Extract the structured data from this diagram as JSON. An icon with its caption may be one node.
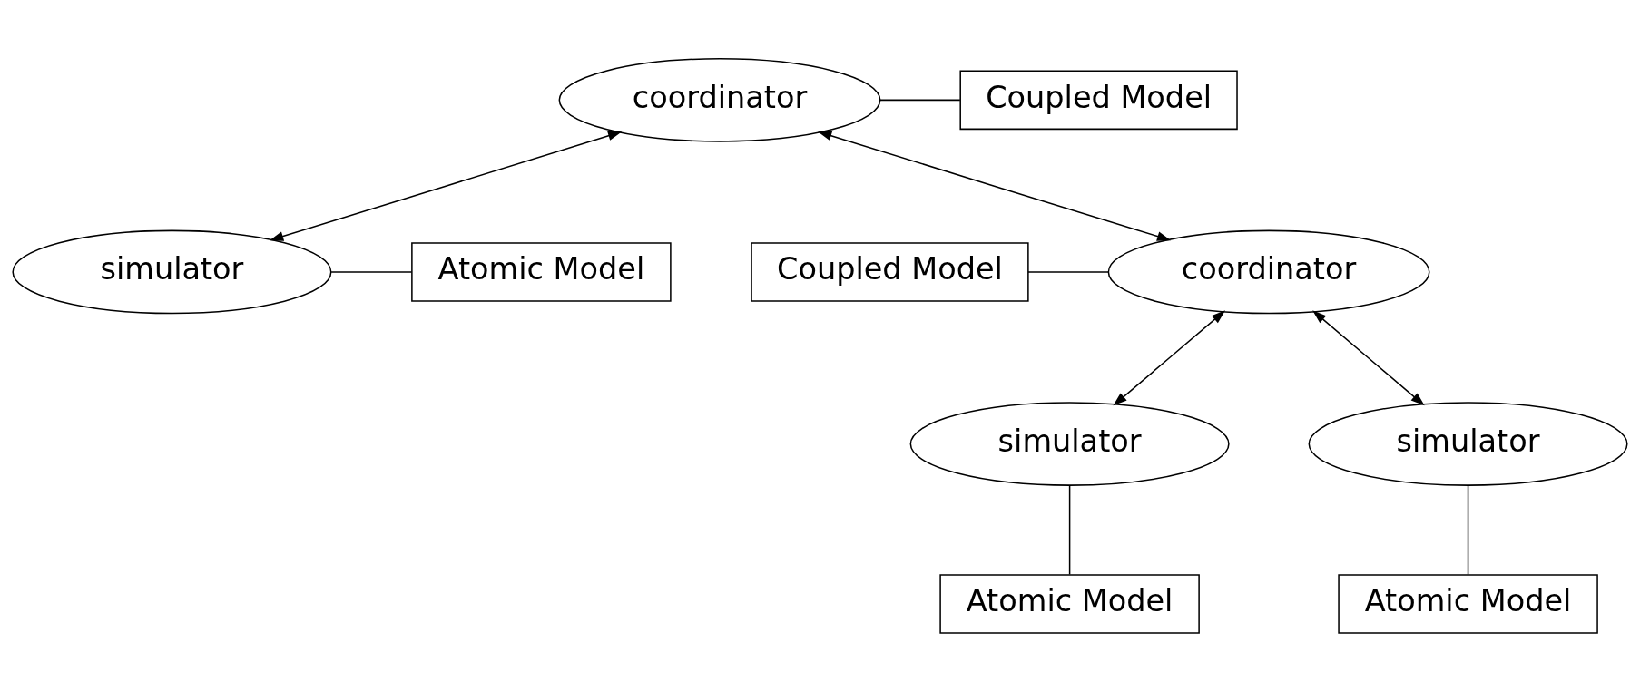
{
  "diagram": {
    "nodes": [
      {
        "text": [
          "coordinator"
        ]
      },
      {
        "text": [
          "Coupled Model"
        ]
      },
      {
        "text": [
          "Coupled Model"
        ]
      },
      {
        "text": [
          "coordinator"
        ]
      },
      {
        "text": [
          "simulator"
        ]
      },
      {
        "text": [
          "Atomic Model"
        ]
      },
      {
        "text": [
          "simulator"
        ]
      },
      {
        "text": [
          "simulator"
        ]
      },
      {
        "text": [
          "Atomic Model"
        ]
      },
      {
        "text": [
          "Atomic Model"
        ]
      }
    ],
    "edges": [
      {
        "from": 0,
        "to": 1,
        "arrow": "none"
      },
      {
        "from": 0,
        "to": 3,
        "arrow": "both"
      },
      {
        "from": 0,
        "to": 4,
        "arrow": "both"
      },
      {
        "from": 2,
        "to": 3,
        "arrow": "none"
      },
      {
        "from": 4,
        "to": 5,
        "arrow": "none"
      },
      {
        "from": 3,
        "to": 6,
        "arrow": "both"
      },
      {
        "from": 3,
        "to": 7,
        "arrow": "both"
      },
      {
        "from": 6,
        "to": 8,
        "arrow": "none"
      },
      {
        "from": 7,
        "to": 9,
        "arrow": "none"
      }
    ]
  }
}
